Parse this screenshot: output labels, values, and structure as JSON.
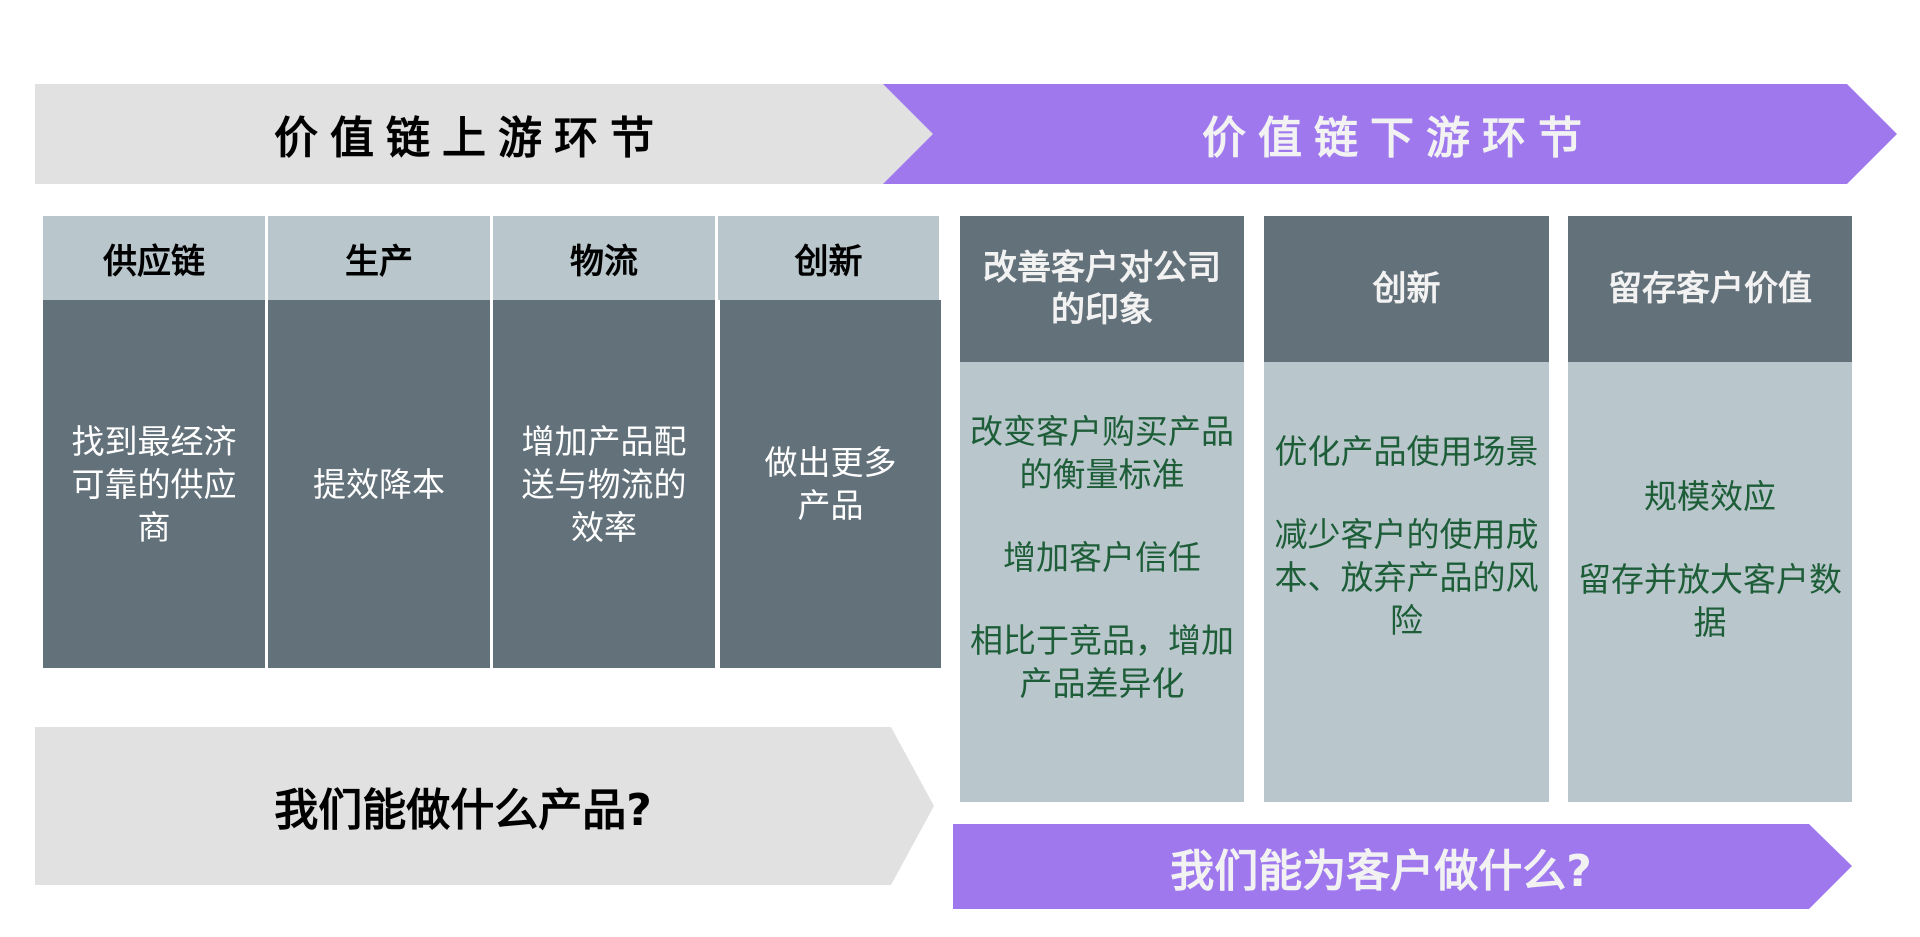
{
  "colors": {
    "grey_banner": "#e1e1e1",
    "purple_banner": "#9f78ee",
    "light_cell": "#b9c6cc",
    "dark_cell": "#63717a",
    "green_text": "#1d5e38"
  },
  "upstream": {
    "title": "价值链上游环节",
    "columns": [
      {
        "header": "供应链",
        "body": "找到最经济可靠的供应商"
      },
      {
        "header": "生产",
        "body": "提效降本"
      },
      {
        "header": "物流",
        "body": "增加产品配送与物流的效率"
      },
      {
        "header": "创新",
        "body": "做出更多产品"
      }
    ],
    "question": "我们能做什么产品?"
  },
  "downstream": {
    "title": "价值链下游环节",
    "columns": [
      {
        "header": "改善客户对公司的印象",
        "items": [
          "改变客户购买产品的衡量标准",
          "增加客户信任",
          "相比于竞品，增加产品差异化"
        ]
      },
      {
        "header": "创新",
        "items": [
          "优化产品使用场景",
          "减少客户的使用成本、放弃产品的风险"
        ]
      },
      {
        "header": "留存客户价值",
        "items": [
          "规模效应",
          "留存并放大客户数据"
        ]
      }
    ],
    "question": "我们能为客户做什么?"
  }
}
